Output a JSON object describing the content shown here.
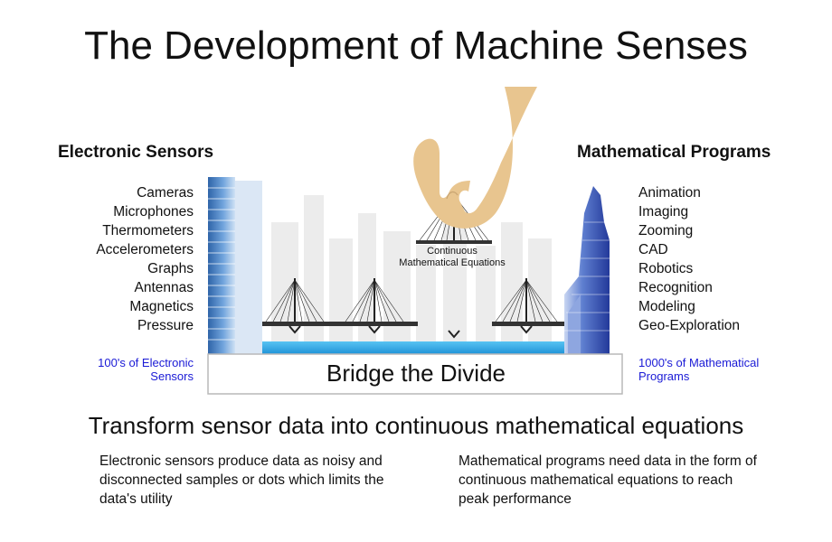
{
  "title": "The Development of Machine Senses",
  "left": {
    "heading": "Electronic Sensors",
    "items": [
      "Cameras",
      "Microphones",
      "Thermometers",
      "Accelerometers",
      "Graphs",
      "Antennas",
      "Magnetics",
      "Pressure"
    ],
    "count_line1": "100's of Electronic",
    "count_line2": "Sensors"
  },
  "right": {
    "heading": "Mathematical Programs",
    "items": [
      "Animation",
      "Imaging",
      "Zooming",
      "CAD",
      "Robotics",
      "Recognition",
      "Modeling",
      "Geo-Exploration"
    ],
    "count_line1": "1000's of Mathematical",
    "count_line2": "Programs"
  },
  "scene": {
    "equation_line1": "Continuous",
    "equation_line2": "Mathematical Equations",
    "bridge_label": "Bridge the Divide"
  },
  "subtitle": "Transform sensor data into continuous mathematical equations",
  "descriptions": {
    "left": "Electronic sensors produce data as noisy and disconnected samples or dots which limits the data's utility",
    "right": "Mathematical programs need data in the form of continuous mathematical equations to reach peak performance"
  },
  "colors": {
    "count_text": "#1a1ad6",
    "water": "#2aa8e6",
    "hand": "#e8c58f",
    "left_building": "#4a7fbf",
    "right_building": "#3a56b8"
  }
}
